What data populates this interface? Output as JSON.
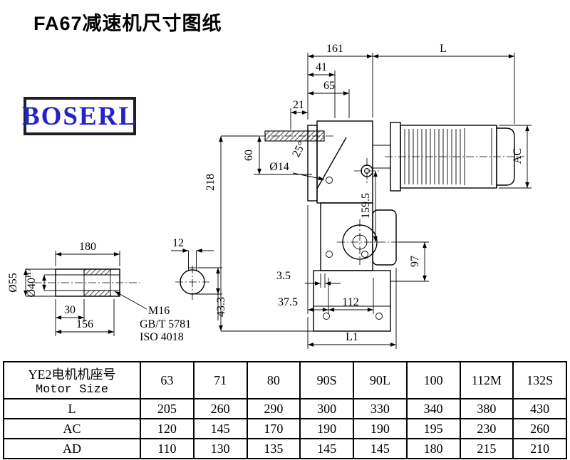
{
  "page": {
    "title": "FA67减速机尺寸图纸",
    "logo_text": "BOSERL"
  },
  "colors": {
    "logo_text": "#2323c8",
    "logo_border": "#1d1d2e",
    "drawing_lines": "#000000",
    "background": "#ffffff"
  },
  "drawing": {
    "dims": {
      "top_width": "161",
      "motor_length": "L",
      "d41": "41",
      "d65": "65",
      "d21": "21",
      "d60": "60",
      "d218": "218",
      "hole_dia": "Ø14",
      "angle": "25°",
      "center_dist": "159.5",
      "motor_dia": "AC",
      "d97": "97",
      "d3_5": "3.5",
      "d37_5": "37.5",
      "d112": "112",
      "base_length": "L1"
    },
    "shaft_detail": {
      "length": "180",
      "key_width": "12",
      "outer_dia": "Ø55",
      "bore_dia": "Ø40",
      "bore_tol": "H7",
      "d30": "30",
      "d156": "156",
      "key_height": "43.3",
      "thread": "M16",
      "standard1": "GB/T 5781",
      "standard2": "ISO 4018"
    }
  },
  "table": {
    "header": {
      "line1": "YE2电机机座号",
      "line2": "Motor Size"
    },
    "sizes": [
      "63",
      "71",
      "80",
      "90S",
      "90L",
      "100",
      "112M",
      "132S"
    ],
    "rows": [
      {
        "label": "L",
        "values": [
          "205",
          "260",
          "290",
          "300",
          "330",
          "340",
          "380",
          "430"
        ]
      },
      {
        "label": "AC",
        "values": [
          "120",
          "145",
          "170",
          "190",
          "190",
          "195",
          "230",
          "260"
        ]
      },
      {
        "label": "AD",
        "values": [
          "110",
          "130",
          "135",
          "145",
          "145",
          "180",
          "215",
          "210"
        ]
      }
    ]
  }
}
